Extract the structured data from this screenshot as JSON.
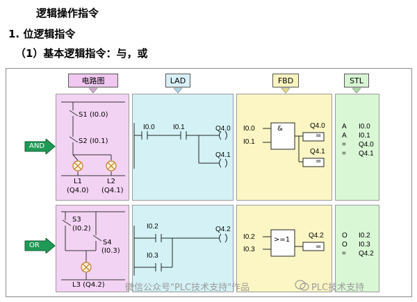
{
  "titles": {
    "main": "逻辑操作指令",
    "section": "1. 位逻辑指令",
    "subsection": "（1）基本逻辑指令：与，或"
  },
  "headers": {
    "circuit": "电路图",
    "lad": "LAD",
    "fbd": "FBD",
    "stl": "STL"
  },
  "rows": [
    {
      "op": "AND",
      "circuit": {
        "s1": "S1 (I0.0)",
        "s2": "S2 (I0.1)",
        "l1": "L1",
        "l1_addr": "(Q4.0)",
        "l2": "L2",
        "l2_addr": "(Q4.1)"
      },
      "lad": {
        "in1": "I0.0",
        "in2": "I0.1",
        "out1": "Q4.0",
        "out2": "Q4.1"
      },
      "fbd": {
        "in1": "I0.0",
        "in2": "I0.1",
        "gate": "&",
        "out1": "Q4.0",
        "out2": "Q4.1",
        "assign": "="
      },
      "stl": [
        {
          "op": "A",
          "addr": "I0.0"
        },
        {
          "op": "A",
          "addr": "I0.1"
        },
        {
          "op": "=",
          "addr": "Q4.0"
        },
        {
          "op": "=",
          "addr": "Q4.1"
        }
      ]
    },
    {
      "op": "OR",
      "circuit": {
        "s3": "S3",
        "s3_addr": "(I0.2)",
        "s4": "S4",
        "s4_addr": "(I0.3)",
        "l3": "L3 (Q4.2)"
      },
      "lad": {
        "in1": "I0.2",
        "in2": "I0.3",
        "out1": "Q4.2"
      },
      "fbd": {
        "in1": "I0.2",
        "in2": "I0.3",
        "gate": ">=1",
        "out1": "Q4.2",
        "assign": "="
      },
      "stl": [
        {
          "op": "O",
          "addr": "I0.2"
        },
        {
          "op": "O",
          "addr": "I0.3"
        },
        {
          "op": "=",
          "addr": "Q4.2"
        }
      ]
    }
  ],
  "watermark": {
    "left": "微信公众号\"PLC技术支持\"作品",
    "right": "PLC技术支持"
  },
  "colors": {
    "circuit": "#f3d3f3",
    "lad": "#d4f2f6",
    "fbd": "#fbf6c4",
    "stl": "#d9f6d5",
    "arrow": "#1f9a56"
  }
}
